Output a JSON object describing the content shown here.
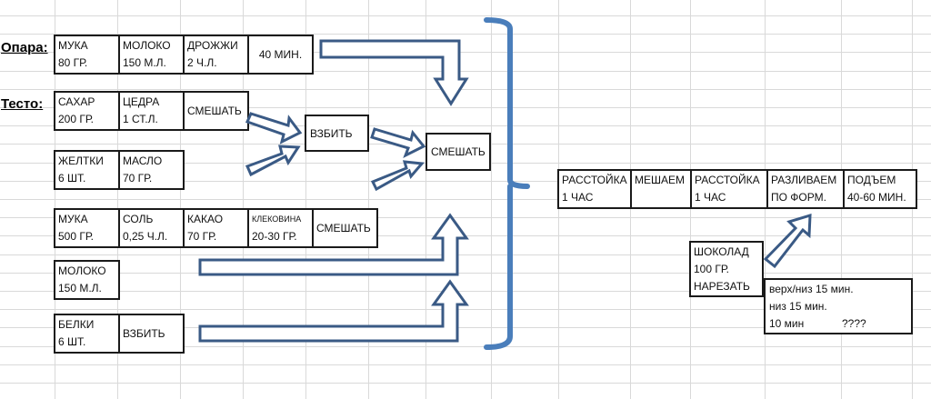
{
  "labels": {
    "opara": "Опара:",
    "testo": "Тесто:"
  },
  "opara": {
    "cells": [
      {
        "l1": "МУКА",
        "l2": "80 ГР."
      },
      {
        "l1": "МОЛОКО",
        "l2": "150 М.Л."
      },
      {
        "l1": "ДРОЖЖИ",
        "l2": "2 Ч.Л."
      }
    ],
    "time": "40 МИН."
  },
  "row_sugar": {
    "cells": [
      {
        "l1": "САХАР",
        "l2": "200 ГР."
      },
      {
        "l1": "ЦЕДРА",
        "l2": "1 СТ.Л."
      }
    ],
    "action": "СМЕШАТЬ"
  },
  "row_yolks": {
    "cells": [
      {
        "l1": "ЖЕЛТКИ",
        "l2": "6 ШТ."
      },
      {
        "l1": "МАСЛО",
        "l2": "70 ГР."
      }
    ]
  },
  "whip_box": "ВЗБИТЬ",
  "mix_box": "СМЕШАТЬ",
  "row_flour": {
    "cells": [
      {
        "l1": "МУКА",
        "l2": "500 ГР."
      },
      {
        "l1": "СОЛЬ",
        "l2": "0,25 Ч.Л."
      },
      {
        "l1": "КАКАО",
        "l2": "70 ГР."
      },
      {
        "l1": "КЛЕКОВИНА",
        "l2": "20-30 ГР."
      }
    ],
    "action": "СМЕШАТЬ"
  },
  "row_milk": {
    "cells": [
      {
        "l1": "МОЛОКО",
        "l2": "150 М.Л."
      }
    ]
  },
  "row_whites": {
    "cells": [
      {
        "l1": "БЕЛКИ",
        "l2": "6 ШТ."
      }
    ],
    "action": "ВЗБИТЬ"
  },
  "process": {
    "steps": [
      {
        "l1": "РАССТОЙКА",
        "l2": "1 ЧАС"
      },
      {
        "l1": "МЕШАЕМ",
        "l2": ""
      },
      {
        "l1": "РАССТОЙКА",
        "l2": "1 ЧАС"
      },
      {
        "l1": "РАЗЛИВАЕМ",
        "l2": "ПО ФОРМ."
      },
      {
        "l1": "ПОДЪЕМ",
        "l2": "40-60 МИН."
      }
    ]
  },
  "chocolate": {
    "l1": "ШОКОЛАД",
    "l2": "100 ГР.",
    "l3": "НАРЕЗАТЬ"
  },
  "baking": {
    "l1": "верх/низ 15 мин.",
    "l2": "низ 15 мин.",
    "l3": "10 мин",
    "l3b": "????"
  },
  "colors": {
    "arrow_stroke": "#3a5a85",
    "brace": "#4a7ebb",
    "grid": "#d9d9d9",
    "border": "#1a1a1a"
  }
}
